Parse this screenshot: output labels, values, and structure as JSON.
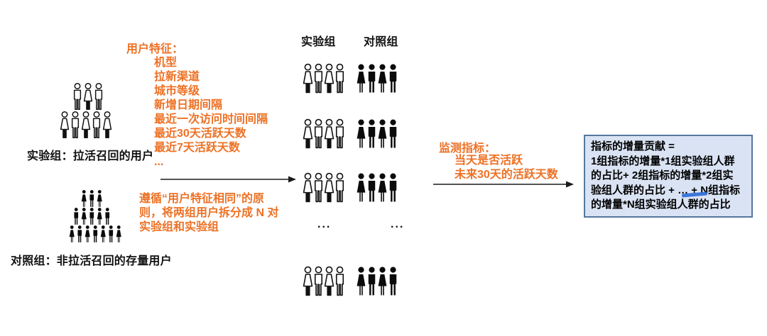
{
  "palette": {
    "orange": "#ED7125",
    "ink": "#111111",
    "box_bg": "#DAE3F3",
    "box_border": "#54779E",
    "mark_blue": "#2E6CD9",
    "arrow": "#1A1A1A"
  },
  "left": {
    "experiment": {
      "label": "实验组：拉活召回的用户",
      "rows": [
        {
          "style": "outline",
          "pattern": [
            "m",
            "w",
            "m"
          ]
        },
        {
          "style": "outline",
          "pattern": [
            "w",
            "m",
            "w",
            "m",
            "w"
          ]
        }
      ]
    },
    "control": {
      "label": "对照组：非拉活召回的存量用户",
      "rows": [
        {
          "style": "filled",
          "pattern": [
            "w",
            "m",
            "w"
          ]
        },
        {
          "style": "filled",
          "pattern": [
            "m",
            "w",
            "m",
            "w",
            "m"
          ]
        },
        {
          "style": "filled",
          "pattern": [
            "w",
            "m",
            "w",
            "m",
            "w",
            "m",
            "w"
          ]
        }
      ]
    }
  },
  "features": {
    "title": "用户特征：",
    "items": [
      "机型",
      "拉新渠道",
      "城市等级",
      "新增日期间隔",
      "最近一次访问时间间隔",
      "最近30天活跃天数",
      "最近7天活跃天数",
      "..."
    ]
  },
  "principle": {
    "lines": [
      "遵循“用户特征相同”的原",
      "则，将两组用户拆分成 N 对",
      "实验组和实验组"
    ]
  },
  "pairs": {
    "exp_header": "实验组",
    "ctrl_header": "对照组",
    "ellipsis": "...",
    "rows": [
      {
        "left": {
          "style": "outline",
          "pattern": [
            "w",
            "m",
            "w",
            "m"
          ]
        },
        "right": {
          "style": "filled",
          "pattern": [
            "w",
            "m",
            "w",
            "m"
          ]
        }
      },
      {
        "left": {
          "style": "outline",
          "pattern": [
            "w",
            "m",
            "w",
            "m"
          ]
        },
        "right": {
          "style": "filled",
          "pattern": [
            "w",
            "m",
            "w",
            "m"
          ]
        }
      },
      {
        "left": {
          "style": "outline",
          "pattern": [
            "w",
            "m",
            "w",
            "m"
          ]
        },
        "right": {
          "style": "filled",
          "pattern": [
            "w",
            "m",
            "w",
            "m"
          ]
        }
      },
      {
        "left": {
          "style": "outline",
          "pattern": [
            "w",
            "m",
            "w",
            "m"
          ]
        },
        "right": {
          "style": "filled",
          "pattern": [
            "w",
            "m",
            "w",
            "m"
          ]
        }
      }
    ]
  },
  "metrics": {
    "title": "监测指标：",
    "items": [
      "当天是否活跃",
      "未来30天的活跃天数"
    ]
  },
  "result_box": {
    "lines": [
      "指标的增量贡献 =",
      "1组指标的增量*1组实验组人群",
      "的占比+ 2组指标的增量*2组实",
      "验组人群的占比 + … + N组指标",
      "的增量*N组实验组人群的占比"
    ]
  }
}
